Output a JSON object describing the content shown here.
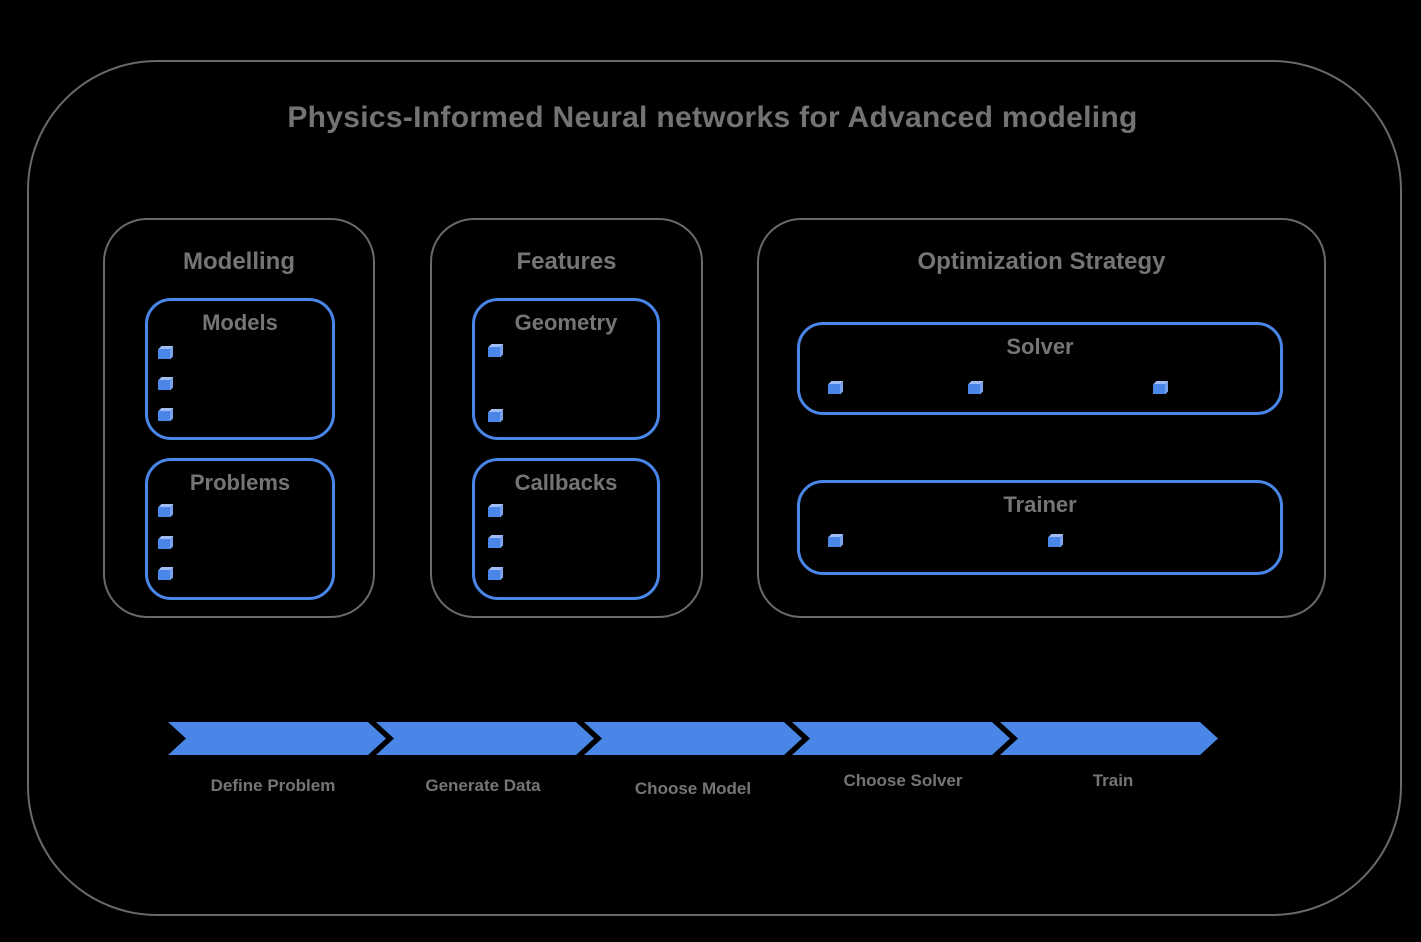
{
  "title": "Physics-Informed Neural networks for Advanced modeling",
  "colors": {
    "background": "#000000",
    "accent_blue": "#4a86e8",
    "border_gray": "#6a6a6a",
    "text_gray": "#757575"
  },
  "groups": [
    {
      "title": "Modelling",
      "boxes": [
        {
          "title": "Models",
          "bullets": 3
        },
        {
          "title": "Problems",
          "bullets": 3
        }
      ]
    },
    {
      "title": "Features",
      "boxes": [
        {
          "title": "Geometry",
          "bullets": 2
        },
        {
          "title": "Callbacks",
          "bullets": 3
        }
      ]
    },
    {
      "title": "Optimization Strategy",
      "boxes": [
        {
          "title": "Solver",
          "bullets": 3
        },
        {
          "title": "Trainer",
          "bullets": 2
        }
      ]
    }
  ],
  "process_flow": {
    "steps": [
      "Define Problem",
      "Generate Data",
      "Choose Model",
      "Choose Solver",
      "Train"
    ]
  }
}
